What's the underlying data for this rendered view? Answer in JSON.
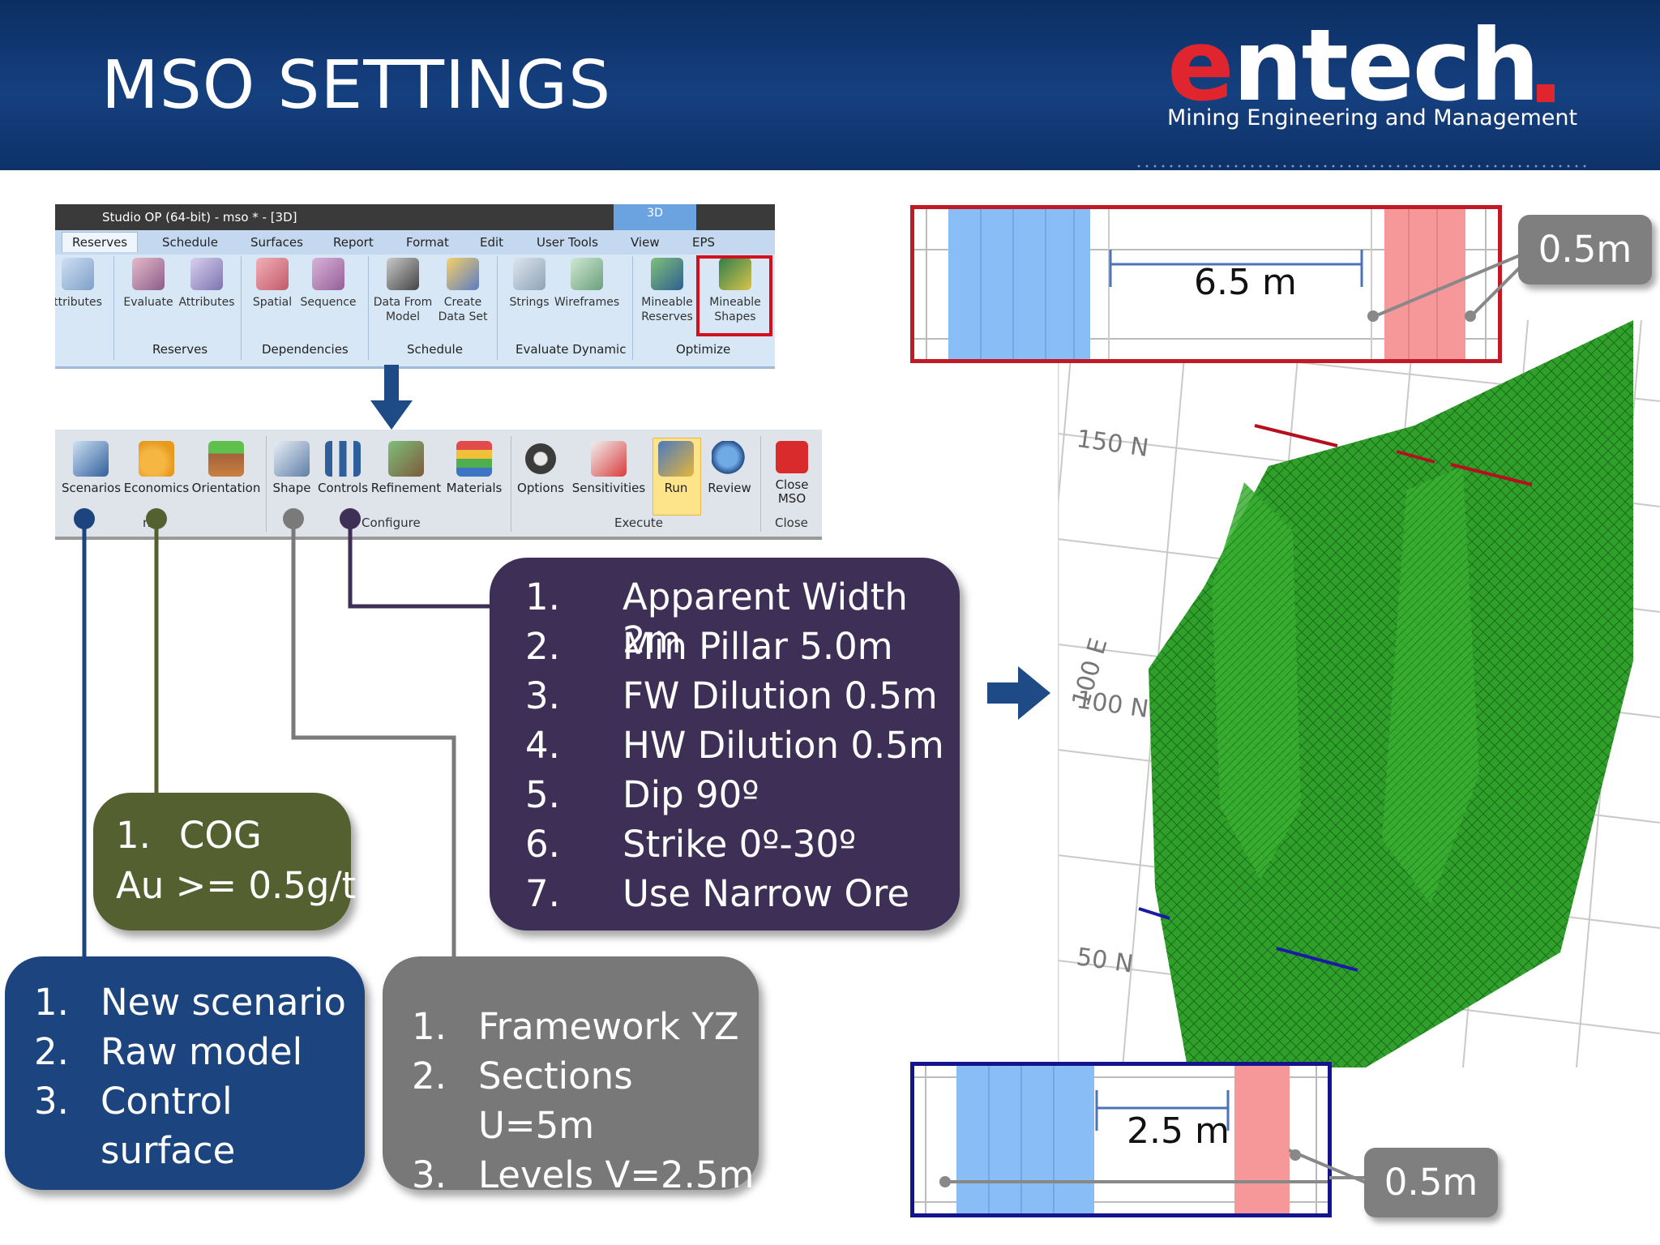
{
  "header": {
    "title": "MSO SETTINGS",
    "logo_text_e": "e",
    "logo_text_rest": "ntech",
    "logo_subtitle": "Mining Engineering and Management"
  },
  "ribbon1": {
    "window_title": "Studio OP (64-bit) - mso * - [3D]",
    "context_tab": "3D",
    "tabs": [
      "Reserves",
      "Schedule",
      "Surfaces",
      "Report",
      "Format",
      "Edit",
      "User Tools",
      "View",
      "EPS"
    ],
    "buttons": [
      {
        "label1": "ttributes",
        "label2": ""
      },
      {
        "label1": "Evaluate",
        "label2": ""
      },
      {
        "label1": "Attributes",
        "label2": ""
      },
      {
        "label1": "Spatial",
        "label2": ""
      },
      {
        "label1": "Sequence",
        "label2": ""
      },
      {
        "label1": "Data From",
        "label2": "Model"
      },
      {
        "label1": "Create",
        "label2": "Data Set"
      },
      {
        "label1": "Strings",
        "label2": ""
      },
      {
        "label1": "Wireframes",
        "label2": ""
      },
      {
        "label1": "Mineable",
        "label2": "Reserves"
      },
      {
        "label1": "Mineable",
        "label2": "Shapes"
      }
    ],
    "groups": [
      "Reserves",
      "Dependencies",
      "Schedule",
      "Evaluate Dynamic",
      "Optimize"
    ]
  },
  "ribbon2": {
    "buttons": [
      {
        "label1": "Scenarios",
        "label2": ""
      },
      {
        "label1": "Economics",
        "label2": ""
      },
      {
        "label1": "Orientation",
        "label2": ""
      },
      {
        "label1": "Shape",
        "label2": ""
      },
      {
        "label1": "Controls",
        "label2": ""
      },
      {
        "label1": "Refinement",
        "label2": ""
      },
      {
        "label1": "Materials",
        "label2": ""
      },
      {
        "label1": "Options",
        "label2": ""
      },
      {
        "label1": "Sensitivities",
        "label2": ""
      },
      {
        "label1": "Run",
        "label2": ""
      },
      {
        "label1": "Review",
        "label2": ""
      },
      {
        "label1": "Close",
        "label2": "MSO"
      }
    ],
    "groups": [
      "ne",
      "Configure",
      "Execute",
      "Close"
    ]
  },
  "purple_box": {
    "items": [
      {
        "n": "1.",
        "t": "Apparent Width 2m"
      },
      {
        "n": "2.",
        "t": "Min Pillar 5.0m"
      },
      {
        "n": "3.",
        "t": "FW Dilution 0.5m"
      },
      {
        "n": "4.",
        "t": "HW Dilution 0.5m"
      },
      {
        "n": "5.",
        "t": "Dip 90º"
      },
      {
        "n": "6.",
        "t": "Strike 0º-30º"
      },
      {
        "n": "7.",
        "t": "Use Narrow Ore"
      }
    ]
  },
  "olive_box": {
    "n": "1.",
    "line1": "COG",
    "line2": "Au >= 0.5g/t"
  },
  "blue_box": {
    "items": [
      {
        "n": "1.",
        "t": "New scenario"
      },
      {
        "n": "2.",
        "t": "Raw model"
      },
      {
        "n": "3.",
        "t": "Control surface"
      }
    ]
  },
  "gray_box": {
    "items": [
      {
        "n": "1.",
        "t": "Framework YZ"
      },
      {
        "n": "2.",
        "t": "Sections U=5m"
      },
      {
        "n": "3.",
        "t": "Levels V=2.5m"
      }
    ]
  },
  "top_diagram": {
    "width_label": "6.5 m",
    "callout": "0.5m"
  },
  "bottom_diagram": {
    "width_label": "2.5 m",
    "callout": "0.5m"
  },
  "scene_labels": {
    "n150": "150 N",
    "n100": "100 N",
    "n50": "50 N",
    "e100": "100 E"
  },
  "colors": {
    "header": "#0f3470",
    "accent_red": "#e0252e",
    "purple": "#3e2f57",
    "olive": "#556030",
    "blue": "#1c4580",
    "gray": "#787878",
    "ore_green": "#2fa12a"
  }
}
